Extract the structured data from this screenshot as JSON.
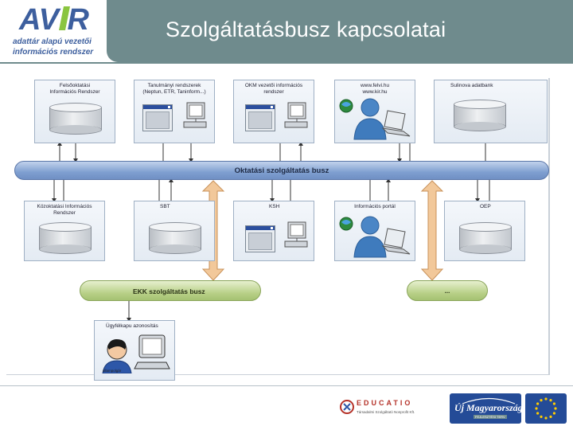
{
  "header": {
    "logo_mark": "AVIR",
    "logo_line1": "adattár alapú vezetői",
    "logo_line2": "információs rendszer",
    "title": "Szolgáltatásbusz kapcsolatai"
  },
  "colors": {
    "title_bar": "#6f8b8d",
    "main_bus": "#7f9fd0",
    "secondary_bus": "#b7cf86",
    "connector_arrow": "#f2c89a"
  },
  "diagram": {
    "top_systems": [
      {
        "label": "Felsőoktatási Információs Rendszer",
        "icon": "database-icon"
      },
      {
        "label": "Tanulmányi rendszerek (Neptun, ETR, Taninform...)",
        "icon": "window-pc-icon"
      },
      {
        "label": "OKM vezetői információs rendszer",
        "icon": "window-pc-icon"
      },
      {
        "label": "www.felvi.hu www.kir.hu",
        "icon": "user-laptop-icon"
      },
      {
        "label": "Sulinova adatbank",
        "icon": "database-icon"
      }
    ],
    "main_bus": "Oktatási szolgáltatás busz",
    "bottom_systems": [
      {
        "label": "Közoktatási Információs Rendszer",
        "icon": "database-icon"
      },
      {
        "label": "SBT",
        "icon": "database-icon"
      },
      {
        "label": "KSH",
        "icon": "window-pc-icon"
      },
      {
        "label": "Információs portál",
        "icon": "user-laptop-icon"
      },
      {
        "label": "OEP",
        "icon": "database-icon"
      }
    ],
    "ekk_bus": "EKK szolgáltatás busz",
    "other_bus": "...",
    "client": {
      "label": "Ügyfélkapu azonosítás",
      "caption": "állampolgár"
    }
  },
  "footer": {
    "educatio_name": "EDUCATIO",
    "educatio_sub": "Társadalmi Szolgáltató Nonprofit Kft.",
    "uj_title": "Új Magyarország",
    "uj_sub": "FEJLESZTÉSI TERV"
  }
}
